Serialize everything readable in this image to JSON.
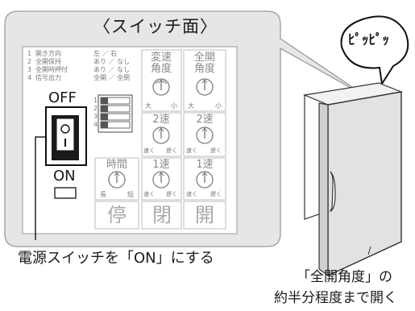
{
  "panel": {
    "title": "〈スイッチ面〉",
    "settings": [
      {
        "no": "1",
        "name": "開き方向",
        "options": "左 ／ 右"
      },
      {
        "no": "2",
        "name": "全開保持",
        "options": "あり ／ なし"
      },
      {
        "no": "3",
        "name": "全開時押付",
        "options": "あり ／ なし"
      },
      {
        "no": "4",
        "name": "信号出力",
        "options": "全開 ／ 全閉"
      }
    ],
    "power_switch": {
      "off_label": "OFF",
      "on_label": "ON"
    },
    "dip_switch_numbers": [
      "1",
      "2",
      "3",
      "4"
    ],
    "dials": [
      {
        "label": "変速\n角度",
        "min": "大",
        "max": "小"
      },
      {
        "label": "全開\n角度",
        "min": "大",
        "max": "小"
      },
      {
        "label": "2速",
        "min": "速く",
        "max": "遅く"
      },
      {
        "label": "2速",
        "min": "速く",
        "max": "遅く"
      },
      {
        "label": "時間",
        "min": "長",
        "max": "短"
      },
      {
        "label": "1速",
        "min": "速く",
        "max": "遅く"
      },
      {
        "label": "1速",
        "min": "速く",
        "max": "遅く"
      }
    ],
    "group_labels": [
      "停",
      "閉",
      "開"
    ]
  },
  "sound_bubble": "ﾋﾟｯﾋﾟｯ",
  "instructions": {
    "switch": "電源スイッチを「ON」にする",
    "door_line1": "「全開角度」の",
    "door_line2": "約半分程度まで開く"
  },
  "colors": {
    "outline": "#2b2b2b",
    "panel_bg": "#ffffff",
    "bubble_bg": "#e6e6e6",
    "door": "#e2e2e2"
  }
}
